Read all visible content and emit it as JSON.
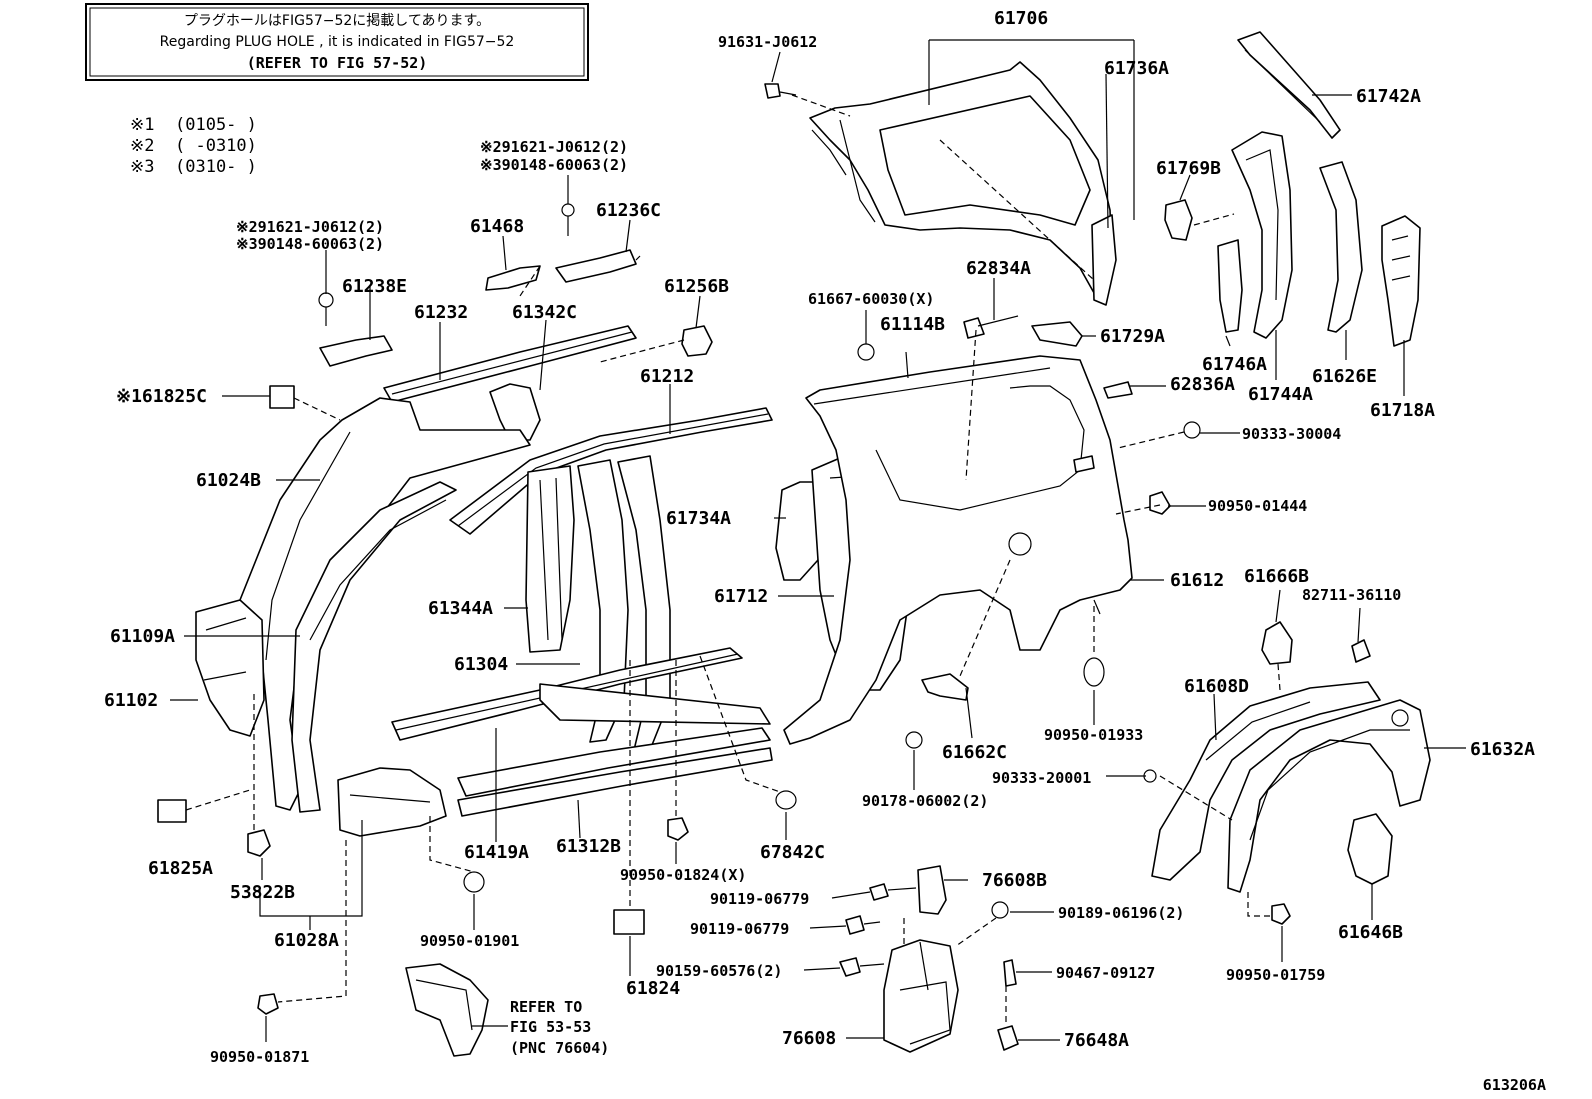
{
  "note_box": {
    "line1": "プラグホールはFIG57−52に掲載してあります。",
    "line2": "Regarding PLUG HOLE , it is indicated in FIG57−52",
    "line3": "(REFER TO FIG 57-52)"
  },
  "serial_ranges": [
    {
      "mark": "※1",
      "range": "(0105-      )"
    },
    {
      "mark": "※2",
      "range": "(      -0310)"
    },
    {
      "mark": "※3",
      "range": "(0310-      )"
    }
  ],
  "refer_note": {
    "line1": "REFER TO",
    "line2": "FIG 53-53",
    "line3": "(PNC 76604)"
  },
  "figure_code": "613206A",
  "labels": {
    "p61706": "61706",
    "p91631": "91631-J0612",
    "p61736A": "61736A",
    "p61742A": "61742A",
    "p61769B": "61769B",
    "p91621a": "※291621-J0612(2)",
    "p90148a": "※390148-60063(2)",
    "p61236C": "61236C",
    "p61468": "61468",
    "p91621b": "※291621-J0612(2)",
    "p90148b": "※390148-60063(2)",
    "p61238E": "61238E",
    "p61232": "61232",
    "p61342C": "61342C",
    "p61256B": "61256B",
    "p62834A": "62834A",
    "p61667": "61667-60030(X)",
    "p61114B": "61114B",
    "p61729A": "61729A",
    "p61746A": "61746A",
    "p61744A": "61744A",
    "p61626E": "61626E",
    "p61718A": "61718A",
    "p61825C": "※161825C",
    "p61212": "61212",
    "p62836A": "62836A",
    "p90333a": "90333-30004",
    "p61024B": "61024B",
    "p61734A": "61734A",
    "p90950a": "90950-01444",
    "p61612": "61612",
    "p61666B": "61666B",
    "p82711": "82711-36110",
    "p61344A": "61344A",
    "p61712": "61712",
    "p61109A": "61109A",
    "p61304": "61304",
    "p61608D": "61608D",
    "p61102": "61102",
    "p61662C": "61662C",
    "p90950b": "90950-01933",
    "p61632A": "61632A",
    "p90178": "90178-06002(2)",
    "p90333b": "90333-20001",
    "p61825A": "61825A",
    "p61419A": "61419A",
    "p61312B": "61312B",
    "p67842C": "67842C",
    "p53822B": "53822B",
    "p90950c": "90950-01824(X)",
    "p76608B": "76608B",
    "p61028A": "61028A",
    "p90950d": "90950-01901",
    "p90119a": "90119-06779",
    "p90189": "90189-06196(2)",
    "p61646B": "61646B",
    "p90119b": "90119-06779",
    "p61824": "61824",
    "p90159": "90159-60576(2)",
    "p90467": "90467-09127",
    "p90950e": "90950-01759",
    "p76608": "76608",
    "p76648A": "76648A",
    "p90950f": "90950-01871"
  }
}
